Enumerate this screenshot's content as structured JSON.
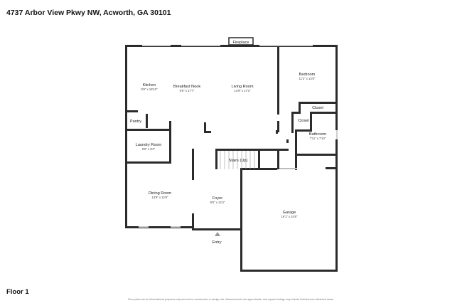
{
  "header": {
    "address": "4737 Arbor View Pkwy NW, Acworth, GA 30101"
  },
  "footer": {
    "floor": "Floor 1",
    "disclaimer": "Floor plans are for informational purposes only and not for construction or design use. Measurements are approximate, and square footage may include finished and unfinished areas."
  },
  "rooms": {
    "kitchen": {
      "name": "Kitchen",
      "dim": "9'0\" x 16'10\""
    },
    "breakfast_nook": {
      "name": "Breakfast Nook",
      "dim": "6'5\" x 17'7\""
    },
    "living_room": {
      "name": "Living Room",
      "dim": "14'9\" x 17'3\""
    },
    "bedroom": {
      "name": "Bedroom",
      "dim": "11'3\" x 13'5\""
    },
    "closet_top": {
      "name": "Closet"
    },
    "closet_mid": {
      "name": "Closet"
    },
    "bathroom": {
      "name": "Bathroom",
      "dim": "7'11\" x 7'10\""
    },
    "pantry": {
      "name": "Pantry"
    },
    "laundry_room": {
      "name": "Laundry Room",
      "dim": "9'0\" x 6'2\""
    },
    "stairs": {
      "name": "Stairs (Up)"
    },
    "dining_room": {
      "name": "Dining Room",
      "dim": "13'9\" x 12'9\""
    },
    "foyer": {
      "name": "Foyer",
      "dim": "9'0\" x 12'4\""
    },
    "garage": {
      "name": "Garage",
      "dim": "19'1\" x 24'6\""
    },
    "fireplace": {
      "name": "Fireplace"
    },
    "entry": {
      "name": "Entry"
    }
  }
}
